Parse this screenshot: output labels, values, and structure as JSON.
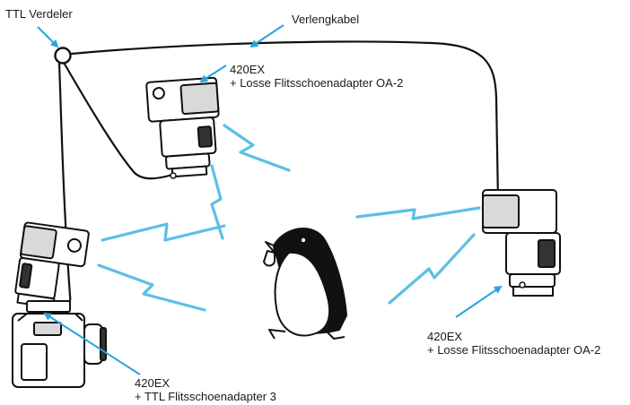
{
  "labels": {
    "ttl_verdeler": "TTL Verdeler",
    "verlengkabel": "Verlengkabel",
    "flash_top": {
      "line1": "420EX",
      "line2": "+ Losse Flitsschoenadapter OA-2"
    },
    "flash_right": {
      "line1": "420EX",
      "line2": "+ Losse Flitsschoenadapter OA-2"
    },
    "flash_camera": {
      "line1": "420EX",
      "line2": "+ TTL Flitsschoenadapter 3"
    }
  },
  "icons": {
    "splitter": "ttl-splitter-icon",
    "flash": "speedlite-flash-icon",
    "camera": "slr-camera-icon",
    "subject": "penguin-icon",
    "light_ray": "lightning-ray-icon",
    "pointer": "arrow-icon"
  },
  "colors": {
    "pointer_arrow": "#2aa3dc",
    "light_ray": "#5bbfe6",
    "outline": "#111111",
    "cable": "#111111",
    "flash_shading": "#d9d9d9",
    "flash_dark": "#333333"
  }
}
